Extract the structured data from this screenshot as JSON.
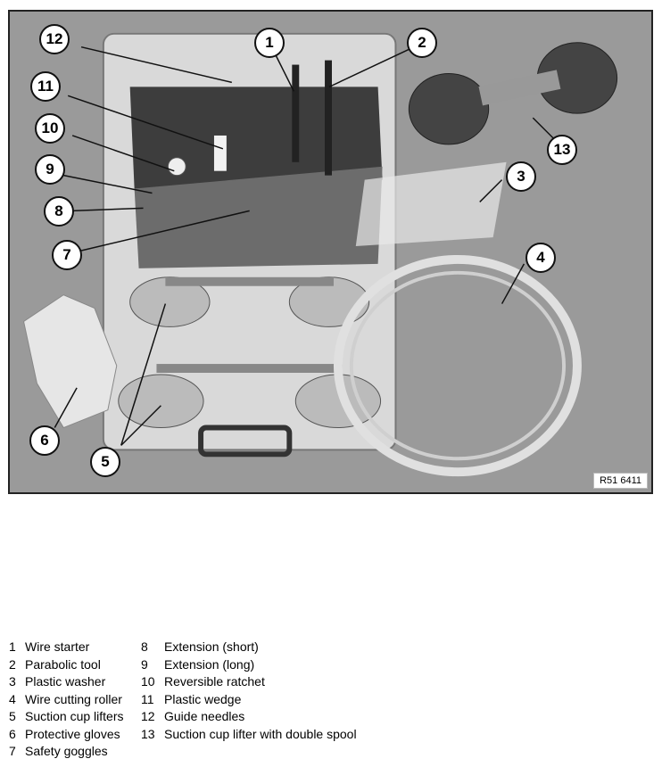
{
  "figure": {
    "id_label": "R51 6411",
    "callouts": [
      "1",
      "2",
      "3",
      "4",
      "5",
      "6",
      "7",
      "8",
      "9",
      "10",
      "11",
      "12",
      "13"
    ]
  },
  "legend": {
    "col1": [
      {
        "num": "1",
        "text": "Wire starter"
      },
      {
        "num": "2",
        "text": "Parabolic tool"
      },
      {
        "num": "3",
        "text": "Plastic washer"
      },
      {
        "num": "4",
        "text": "Wire cutting roller"
      },
      {
        "num": "5",
        "text": "Suction cup lifters"
      },
      {
        "num": "6",
        "text": "Protective gloves"
      },
      {
        "num": "7",
        "text": "Safety goggles"
      }
    ],
    "col2": [
      {
        "num": "8",
        "text": "Extension (short)"
      },
      {
        "num": "9",
        "text": "Extension (long)"
      },
      {
        "num": "10",
        "text": "Reversible ratchet"
      },
      {
        "num": "11",
        "text": "Plastic wedge"
      },
      {
        "num": "12",
        "text": "Guide needles"
      },
      {
        "num": "13",
        "text": "Suction cup lifter with double spool"
      }
    ]
  }
}
